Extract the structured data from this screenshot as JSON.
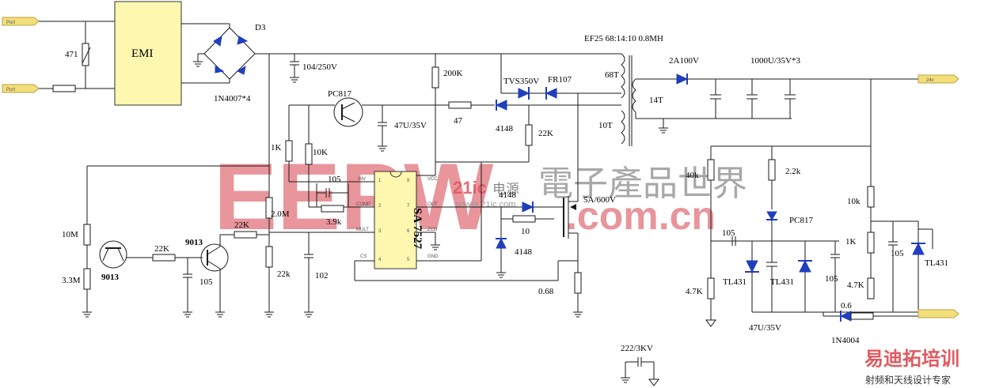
{
  "title": "EF25 68:14:10  0.8MH",
  "emi": "EMI",
  "bridge": {
    "ref": "D3",
    "part": "1N4007*4"
  },
  "ic": {
    "name": "SA 7527",
    "pins": [
      "INV",
      "COMP",
      "MULT",
      "CS",
      "GND",
      "ZCD",
      "OUT",
      "VCC"
    ],
    "pin_nums": [
      "1",
      "2",
      "3",
      "4",
      "5",
      "6",
      "7",
      "8"
    ]
  },
  "transformer": {
    "primary": "68T",
    "aux": "10T",
    "secondary": "14T"
  },
  "labels": {
    "r471": "471",
    "c104": "104/250V",
    "r200k": "200K",
    "tvs": "TVS350V",
    "fr107": "FR107",
    "pc817_top": "PC817",
    "c47u": "47U/35V",
    "r47": "47",
    "d4148_top": "4148",
    "r22k_mid": "22K",
    "r1k": "1K",
    "r10k": "10K",
    "c105_ic": "105",
    "r3k9": "3.9k",
    "r2m": "2.0M",
    "r10m": "10M",
    "r3m3": "3.3M",
    "q9013_a": "9013",
    "r22k_b": "22K",
    "q9013_b": "9013",
    "r22k_c": "22K",
    "c105_b": "105",
    "r22k_d": "22k",
    "c102": "102",
    "d4148_gate": "4148",
    "r10": "10",
    "d4148_low": "4148",
    "mosfet": "5A/600V",
    "r068": "0.68",
    "d2a100v": "2A100V",
    "c1000u": "1000U/35V*3",
    "out24v": "24v",
    "r40k": "40k",
    "r2k2": "2.2k",
    "pc817_r": "PC817",
    "r10k_r": "10k",
    "r1k_r": "1K",
    "c105_r1": "105",
    "c105_r2": "105",
    "c105_r3": "105",
    "tl431_a": "TL431",
    "tl431_b": "TL431",
    "tl431_c": "TL431",
    "r4k7_a": "4.7K",
    "c47u_r": "47U/35V",
    "r4k7_b": "4.7K",
    "r06": "0.6",
    "d1n4004": "1N4004",
    "c222": "222/3KV",
    "in1": "Port",
    "in2": "Port"
  },
  "watermarks": {
    "big": "EEPW",
    "brand": "21ic",
    "brand_cn": "电源",
    "url": "power.21ic.com",
    "com": ".com.cn",
    "cn_title": "電子產品世界",
    "footer_cn": "易迪拓培训",
    "footer_sub": "射频和天线设计专家"
  },
  "colors": {
    "accent_blue": "#1f3fbf",
    "watermark_red": "#e06d75",
    "emi_fill": "#fdf7b0",
    "ic_fill": "#fdf7b0",
    "port_fill": "#f3df7a"
  }
}
